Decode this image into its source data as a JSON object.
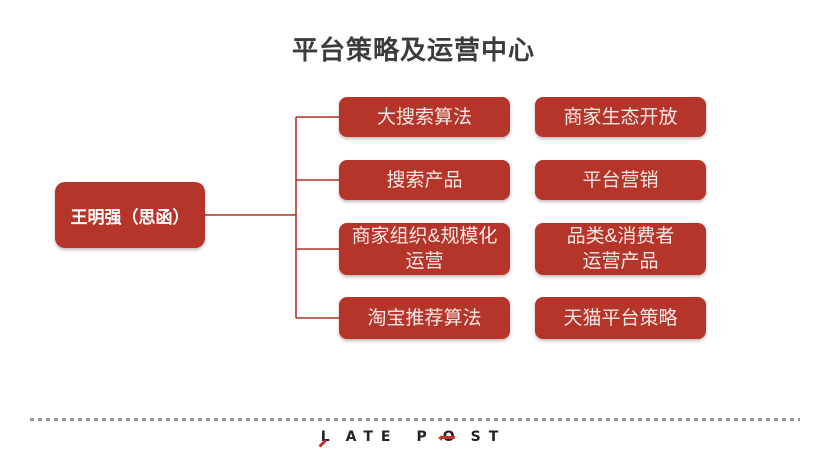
{
  "page": {
    "title": "平台策略及运营中心"
  },
  "org_chart": {
    "root": {
      "label": "王明强（思函）"
    },
    "column1": [
      {
        "label": "大搜索算法"
      },
      {
        "label": "搜索产品"
      },
      {
        "label": "商家组织&规模化\n运营"
      },
      {
        "label": "淘宝推荐算法"
      }
    ],
    "column2": [
      {
        "label": "商家生态开放"
      },
      {
        "label": "平台营销"
      },
      {
        "label": "品类&消费者\n运营产品"
      },
      {
        "label": "天猫平台策略"
      }
    ]
  },
  "footer": {
    "logo": {
      "l": "L",
      "ate": "ATE",
      "p": "P",
      "o": "O",
      "st": "ST"
    }
  },
  "colors": {
    "box_red": "#B5352B",
    "line_red": "#AF3529",
    "title_gray": "#3C3C3C",
    "dash_gray": "#979797",
    "logo_dark": "#232323",
    "accent_red": "#C3352B"
  }
}
